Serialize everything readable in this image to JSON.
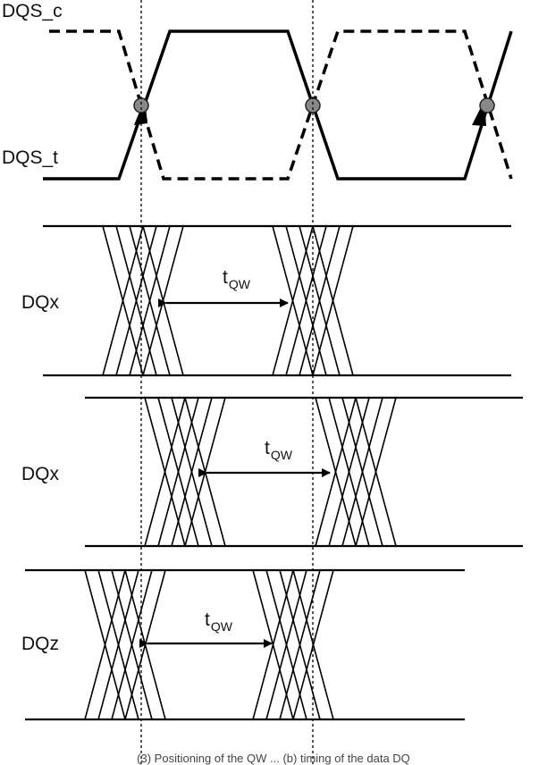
{
  "signals": {
    "dqs_c": "DQS_c",
    "dqs_t": "DQS_t",
    "dq_1": "DQx",
    "dq_2": "DQx",
    "dq_3": "DQz"
  },
  "timing": {
    "t_main": "t",
    "t_sub": "QW"
  },
  "caption": "(3) Positioning of the QW ... (b) timing of the data DQ"
}
